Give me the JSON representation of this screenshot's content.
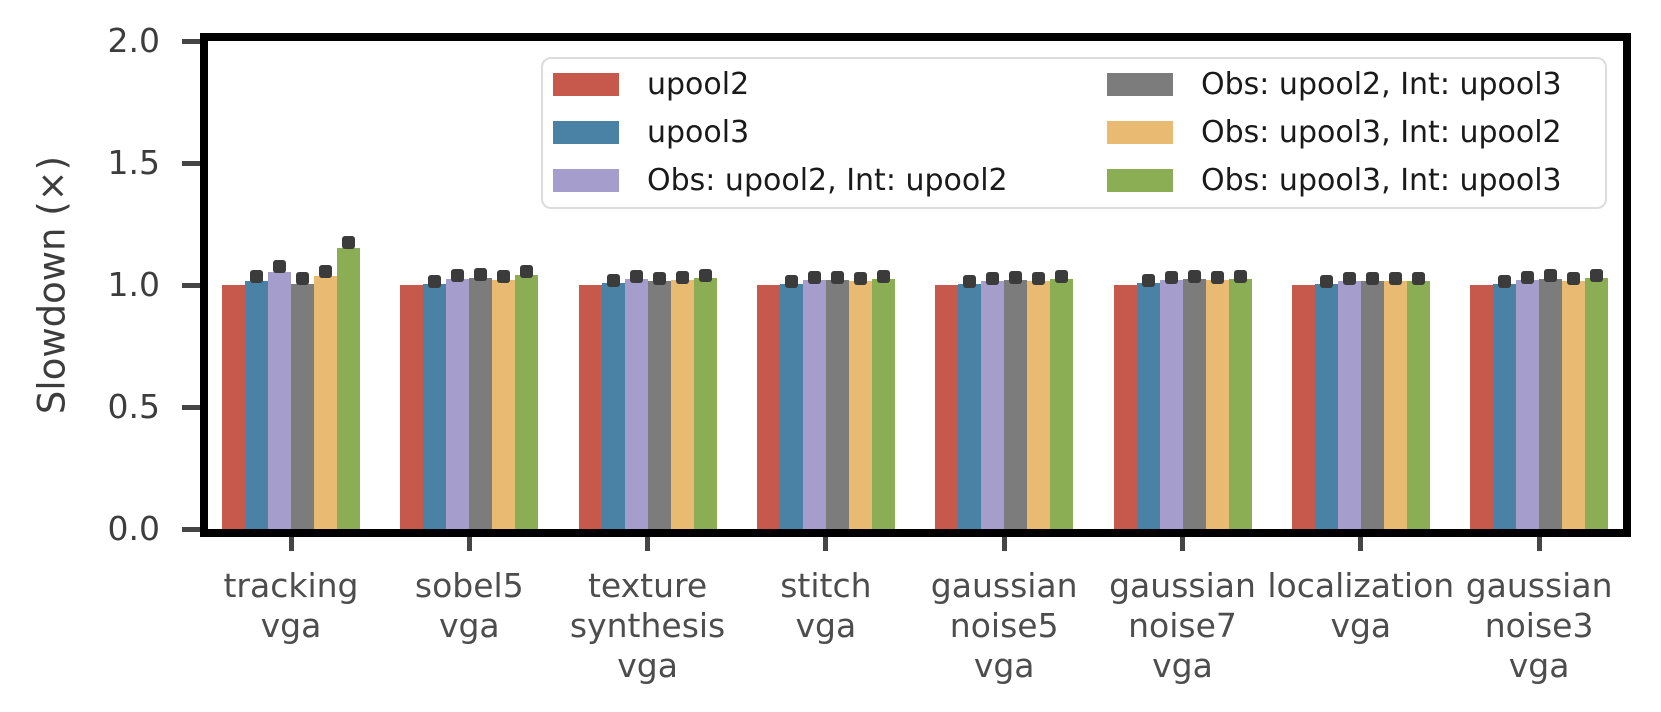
{
  "chart_data": {
    "type": "bar",
    "title": "",
    "xlabel": "",
    "ylabel": "Slowdown (×)",
    "ylim": [
      0.0,
      2.0
    ],
    "yticks": [
      0.0,
      0.5,
      1.0,
      1.5,
      2.0
    ],
    "ytick_labels": [
      "0.0",
      "0.5",
      "1.0",
      "1.5",
      "2.0"
    ],
    "grid": false,
    "legend": {
      "position": "upper center inside plot",
      "columns": 2
    },
    "categories": [
      "tracking\nvga",
      "sobel5\nvga",
      "texture\nsynthesis\nvga",
      "stitch\nvga",
      "gaussian\nnoise5\nvga",
      "gaussian\nnoise7\nvga",
      "localization\nvga",
      "gaussian\nnoise3\nvga"
    ],
    "error_bar_color": "#3b3b3b",
    "series": [
      {
        "name": "upool2",
        "color": "#c6594b",
        "values": [
          1.0,
          1.0,
          1.0,
          1.0,
          1.0,
          1.0,
          1.0,
          1.0
        ],
        "errors": [
          0,
          0,
          0,
          0,
          0,
          0,
          0,
          0
        ]
      },
      {
        "name": "upool3",
        "color": "#4a82a6",
        "values": [
          1.015,
          1.005,
          1.01,
          1.005,
          1.005,
          1.01,
          1.005,
          1.005
        ],
        "errors": [
          0.02,
          0.01,
          0.01,
          0.01,
          0.01,
          0.01,
          0.01,
          0.01
        ]
      },
      {
        "name": "Obs: upool2, Int: upool2",
        "color": "#a59dcb",
        "values": [
          1.055,
          1.025,
          1.025,
          1.02,
          1.015,
          1.02,
          1.015,
          1.02
        ],
        "errors": [
          0.02,
          0.015,
          0.01,
          0.01,
          0.01,
          0.01,
          0.01,
          0.01
        ]
      },
      {
        "name": "Obs: upool2, Int: upool3",
        "color": "#7c7c7c",
        "values": [
          1.005,
          1.03,
          1.015,
          1.02,
          1.02,
          1.025,
          1.015,
          1.025
        ],
        "errors": [
          0.02,
          0.015,
          0.01,
          0.01,
          0.01,
          0.01,
          0.01,
          0.015
        ]
      },
      {
        "name": "Obs: upool3, Int: upool2",
        "color": "#e8ba72",
        "values": [
          1.035,
          1.02,
          1.02,
          1.015,
          1.015,
          1.02,
          1.015,
          1.015
        ],
        "errors": [
          0.02,
          0.015,
          0.01,
          0.01,
          0.01,
          0.01,
          0.01,
          0.01
        ]
      },
      {
        "name": "Obs: upool3, Int: upool3",
        "color": "#8bad53",
        "values": [
          1.15,
          1.04,
          1.03,
          1.025,
          1.025,
          1.025,
          1.015,
          1.03
        ],
        "errors": [
          0.025,
          0.015,
          0.01,
          0.01,
          0.01,
          0.01,
          0.01,
          0.01
        ]
      }
    ]
  }
}
